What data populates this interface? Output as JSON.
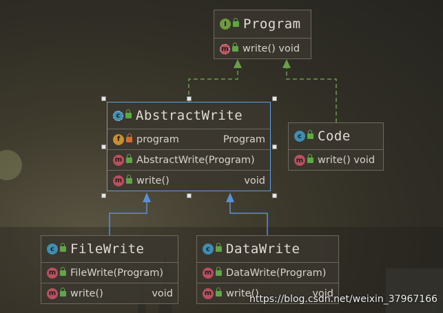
{
  "classes": {
    "program": {
      "name": "Program",
      "kind_icon": "interface-icon",
      "members": [
        {
          "kind_icon": "abstract-method-icon",
          "name": "write() void",
          "type": ""
        }
      ]
    },
    "abstract_write": {
      "name": "AbstractWrite",
      "kind_icon": "abstract-class-icon",
      "members": [
        {
          "kind_icon": "field-icon",
          "name": "program",
          "type": "Program"
        },
        {
          "kind_icon": "method-icon",
          "name": "AbstractWrite(Program)",
          "type": ""
        },
        {
          "kind_icon": "method-icon",
          "name": "write()",
          "type": "void"
        }
      ]
    },
    "code": {
      "name": "Code",
      "kind_icon": "class-icon",
      "members": [
        {
          "kind_icon": "method-icon",
          "name": "write() void",
          "type": ""
        }
      ]
    },
    "file_write": {
      "name": "FileWrite",
      "kind_icon": "class-icon",
      "members": [
        {
          "kind_icon": "method-icon",
          "name": "FileWrite(Program)",
          "type": ""
        },
        {
          "kind_icon": "method-icon",
          "name": "write()",
          "type": "void"
        }
      ]
    },
    "data_write": {
      "name": "DataWrite",
      "kind_icon": "class-icon",
      "members": [
        {
          "kind_icon": "method-icon",
          "name": "DataWrite(Program)",
          "type": ""
        },
        {
          "kind_icon": "method-icon",
          "name": "write()",
          "type": "void"
        }
      ]
    }
  },
  "relations": [
    {
      "from": "AbstractWrite",
      "to": "Program",
      "kind": "implements"
    },
    {
      "from": "Code",
      "to": "Program",
      "kind": "implements"
    },
    {
      "from": "FileWrite",
      "to": "AbstractWrite",
      "kind": "extends"
    },
    {
      "from": "DataWrite",
      "to": "AbstractWrite",
      "kind": "extends"
    }
  ],
  "colors": {
    "implements_line": "#6a9e4a",
    "extends_line": "#5b8fd6",
    "selection_border": "#6a9ed6"
  },
  "watermark": "https://blog.csdn.net/weixin_37967166"
}
